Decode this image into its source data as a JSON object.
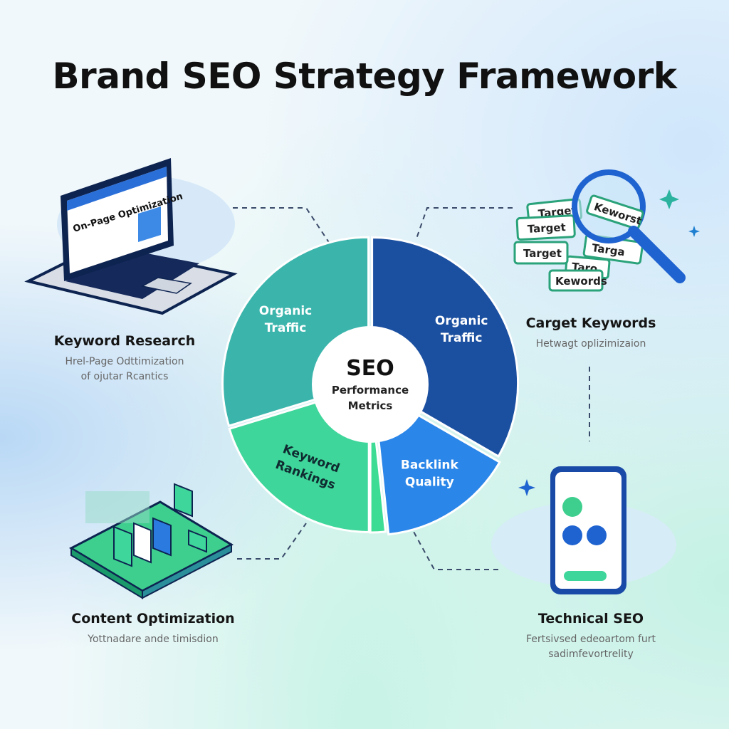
{
  "title": "Brand SEO Strategy Framework",
  "center": {
    "title": "SEO",
    "subtitle": "Performance Metrics"
  },
  "segments": [
    {
      "label": "Organic Traffic",
      "color": "#1b4fa0",
      "start": 0,
      "end": 120
    },
    {
      "label": "Backlink Quality",
      "color": "#2a86e8",
      "start": 120,
      "end": 174
    },
    {
      "label": "",
      "color": "#3ddc95",
      "start": 174,
      "end": 180
    },
    {
      "label": "Keyword Rankings",
      "color": "#3ed69a",
      "start": 180,
      "end": 253
    },
    {
      "label": "Organic Traffic",
      "color": "#3bb5ac",
      "start": 253,
      "end": 360
    }
  ],
  "cards": {
    "keyword_research": {
      "title": "Keyword Research",
      "desc1": "Hrel-Page Odttimization",
      "desc2": "of ojutar Rcantics",
      "screen_text": "On-Page Optimization"
    },
    "target_keywords": {
      "title": "Carget Keywords",
      "desc1": "Hetwagt oplizimizaion",
      "chips": [
        "Target",
        "Target",
        "Kewords",
        "Target",
        "Targa",
        "Keworst",
        "Taro"
      ]
    },
    "content_optimization": {
      "title": "Content Optimization",
      "desc1": "Yottnadare ande timisdion"
    },
    "technical_seo": {
      "title": "Technical SEO",
      "desc1": "Fertsivsed edeoartom furt",
      "desc2": "sadimfevortrelity"
    }
  }
}
